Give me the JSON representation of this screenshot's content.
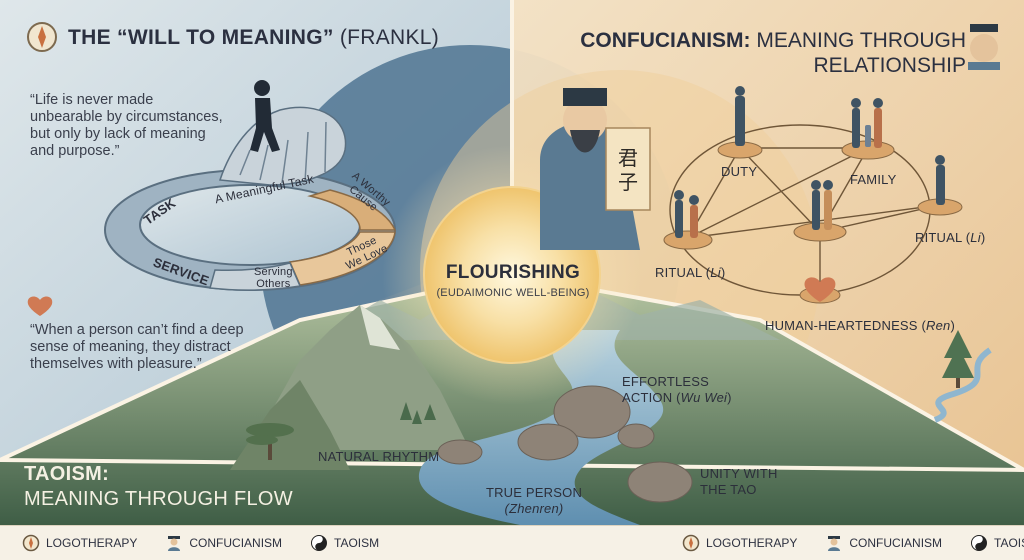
{
  "logotherapy": {
    "title_bold": "THE “WILL TO MEANING”",
    "title_rest": "(FRANKL)",
    "quote_top": [
      "“Life is never made",
      "unbearable by circumstances,",
      "but only by lack of meaning",
      "and purpose.”"
    ],
    "quote_bottom": [
      "“When a person can’t find a deep",
      "sense of meaning, they distract",
      "themselves with pleasure.”"
    ],
    "ring_labels": {
      "task": "TASK",
      "meaningful_task": "A Meaningful Task",
      "worthy_cause": [
        "A Worthy",
        "Cause"
      ],
      "service": "SERVICE",
      "serving_others": [
        "Serving",
        "Others"
      ],
      "those_we_love": [
        "Those",
        "We Love"
      ]
    }
  },
  "confucianism": {
    "title_bold": "CONFUCIANISM:",
    "title_rest_line1": "MEANING THROUGH",
    "title_line2": "RELATIONSHIP",
    "scroll_text": [
      "君",
      "子"
    ],
    "nodes": {
      "duty": "DUTY",
      "family": "FAMILY",
      "ritual_right": "RITUAL (",
      "ritual_left": "RITUAL (",
      "li": "Li",
      "close_paren": ")",
      "human_heartedness": "HUMAN-HEARTEDNESS (",
      "ren": "Ren"
    }
  },
  "center": {
    "title": "FLOURISHING",
    "subtitle": "(EUDAIMONIC WELL-BEING)"
  },
  "taoism": {
    "title_bold": "TAOISM:",
    "title_line2": "MEANING THROUGH FLOW",
    "labels": {
      "natural_rhythm": "NATURAL RHYTHM",
      "effortless_line1": "EFFORTLESS",
      "effortless_line2": "ACTION (",
      "wu_wei": "Wu Wei",
      "true_person": "TRUE PERSON",
      "zhenren": "(Zhenren)",
      "unity_line1": "UNITY WITH",
      "unity_line2": "THE TAO"
    }
  },
  "legend": [
    {
      "icon": "compass-icon",
      "label": "LOGOTHERAPY"
    },
    {
      "icon": "scholar-icon",
      "label": "CONFUCIANISM"
    },
    {
      "icon": "yin-yang-icon",
      "label": "TAOISM"
    }
  ],
  "colors": {
    "logo_blue": "#c9d8e2",
    "conf_peach": "#eeceA0",
    "tao_green": "#5c7a4f",
    "center_glow": "#f6d48a",
    "river": "#7fa9c4"
  }
}
